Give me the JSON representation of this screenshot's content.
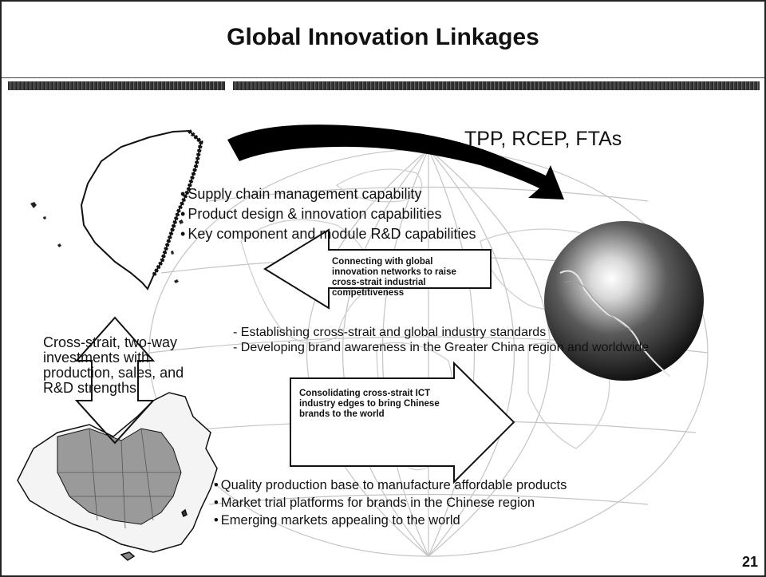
{
  "slide": {
    "title": "Global Innovation Linkages",
    "agreements_label": "TPP, RCEP, FTAs",
    "taiwan_capabilities": [
      "Supply chain management capability",
      "Product design & innovation capabilities",
      "Key component and module R&D capabilities"
    ],
    "left_arrow_text": "Connecting with global innovation networks to raise cross-strait industrial competitiveness",
    "cross_strait_text": "Cross-strait, two-way investments with production, sales, and R&D strengths",
    "standards_items": [
      "Establishing cross-strait and global industry standards",
      "Developing brand awareness in the Greater China region and worldwide"
    ],
    "right_arrow_text": "Consolidating cross-strait ICT industry edges to bring Chinese brands to the world",
    "china_strengths": [
      "Quality production base to manufacture affordable products",
      "Market trial platforms for brands in the  Chinese region",
      "Emerging markets appealing to the world"
    ],
    "page_number": "21"
  },
  "colors": {
    "text": "#111111",
    "border": "#222222",
    "arrow_fill": "#000000",
    "map_line": "#bdbdbd"
  }
}
